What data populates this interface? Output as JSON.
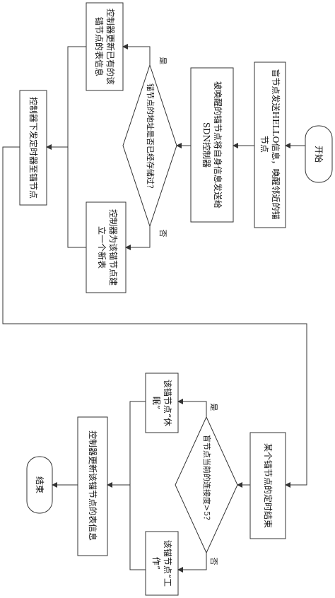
{
  "flow1": {
    "start": "开始",
    "step1": "盲节点发送HELLO信息，唤醒邻近的锚节点",
    "step2": "被唤醒的锚节点将自身信息发送给SDN控制器",
    "decision": "锚节点的地址是否已经存储过？",
    "yes_label": "是",
    "no_label": "否",
    "update_existing": "控制器更新已有的该锚节点的表信息",
    "create_new": "控制器为该锚节点建立一个新表",
    "timer_to_all": "控制器下发定时器至锚节点"
  },
  "flow2": {
    "timer_end": "某个锚节点的定时结束",
    "decision": "盲节点当前的连接度>5？",
    "yes_label": "是",
    "no_label": "否",
    "sleep": "该锚节点“休眠”",
    "work": "该锚节点“工作”",
    "update_table": "控制器更新该锚节点的表信息",
    "end": "结束"
  }
}
